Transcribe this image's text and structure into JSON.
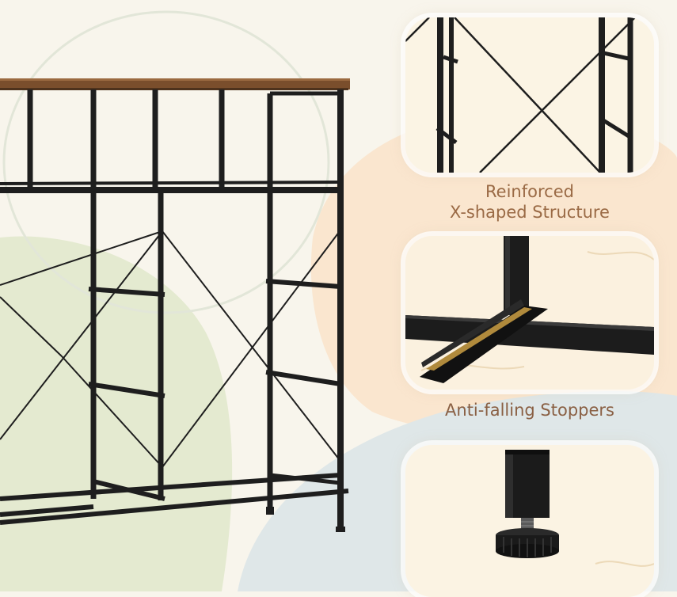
{
  "colors": {
    "background": "#f8f5ec",
    "peach_blob": "#fae6cf",
    "green_blob": "#e4ead0",
    "blue_blob": "#dfe7e8",
    "frame_black": "#1e1e1e",
    "wood_top": "#7a4e2c",
    "caption_text": "#9a6a45"
  },
  "callouts": [
    {
      "id": "x-structure",
      "caption_line1": "Reinforced",
      "caption_line2": "X-shaped Structure"
    },
    {
      "id": "stoppers",
      "caption_line1": "Anti-falling Stoppers"
    },
    {
      "id": "adjustable-foot"
    }
  ]
}
